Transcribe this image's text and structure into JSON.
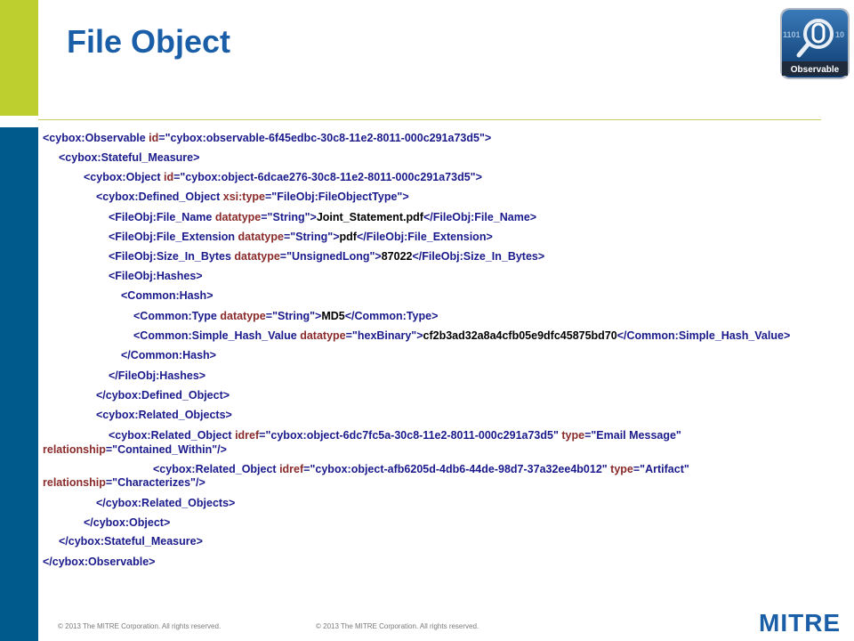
{
  "slide": {
    "title": "File Object",
    "logo_label": "Observable",
    "logo_bits_left": "1101",
    "logo_bits_right": "10",
    "footer_left": "© 2013 The MITRE Corporation. All rights reserved.",
    "footer_right": "© 2013 The MITRE Corporation. All rights reserved.",
    "brand": "MITRE"
  },
  "colors": {
    "sidebar_top": "#bccf2f",
    "sidebar_bottom": "#005a8c",
    "title": "#1a5ea8",
    "tag": "#1a1a8c",
    "attribute": "#8a2a2a"
  },
  "xml_lines": [
    {
      "indent": 1,
      "parts": [
        [
          "t",
          "<cybox:Observable "
        ],
        [
          "a",
          "id"
        ],
        [
          "t",
          "=\"cybox:observable-6f45edbc-30c8-11e2-8011-000c291a73d5\">"
        ]
      ]
    },
    {
      "indent": 2,
      "parts": [
        [
          "t",
          "<cybox:Stateful_Measure>"
        ]
      ]
    },
    {
      "indent": 3,
      "parts": [
        [
          "t",
          "<cybox:Object "
        ],
        [
          "a",
          "id"
        ],
        [
          "t",
          "=\"cybox:object-6dcae276-30c8-11e2-8011-000c291a73d5\">"
        ]
      ]
    },
    {
      "indent": 4,
      "parts": [
        [
          "t",
          "<cybox:Defined_Object "
        ],
        [
          "a",
          "xsi:type"
        ],
        [
          "t",
          "=\"FileObj:FileObjectType\">"
        ]
      ]
    },
    {
      "indent": 5,
      "parts": [
        [
          "t",
          "<FileObj:File_Name "
        ],
        [
          "a",
          "datatype"
        ],
        [
          "t",
          "=\"String\">"
        ],
        [
          "v",
          "Joint_Statement.pdf"
        ],
        [
          "t",
          "</FileObj:File_Name>"
        ]
      ]
    },
    {
      "indent": 5,
      "parts": [
        [
          "t",
          "<FileObj:File_Extension "
        ],
        [
          "a",
          "datatype"
        ],
        [
          "t",
          "=\"String\">"
        ],
        [
          "v",
          "pdf"
        ],
        [
          "t",
          "</FileObj:File_Extension>"
        ]
      ]
    },
    {
      "indent": 5,
      "parts": [
        [
          "t",
          "<FileObj:Size_In_Bytes "
        ],
        [
          "a",
          "datatype"
        ],
        [
          "t",
          "=\"UnsignedLong\">"
        ],
        [
          "v",
          "87022"
        ],
        [
          "t",
          "</FileObj:Size_In_Bytes>"
        ]
      ]
    },
    {
      "indent": 5,
      "parts": [
        [
          "t",
          "<FileObj:Hashes>"
        ]
      ]
    },
    {
      "indent": 6,
      "parts": [
        [
          "t",
          "<Common:Hash>"
        ]
      ]
    },
    {
      "indent": 7,
      "parts": [
        [
          "t",
          "<Common:Type "
        ],
        [
          "a",
          "datatype"
        ],
        [
          "t",
          "=\"String\">"
        ],
        [
          "v",
          "MD5"
        ],
        [
          "t",
          "</Common:Type>"
        ]
      ]
    },
    {
      "indent": 7,
      "parts": [
        [
          "t",
          "<Common:Simple_Hash_Value "
        ],
        [
          "a",
          "datatype"
        ],
        [
          "t",
          "=\"hexBinary\">"
        ],
        [
          "v",
          "cf2b3ad32a8a4cfb05e9dfc45875bd70"
        ],
        [
          "t",
          "</Common:Simple_Hash_Value>"
        ]
      ]
    },
    {
      "indent": 6,
      "parts": [
        [
          "t",
          "</Common:Hash>"
        ]
      ]
    },
    {
      "indent": 5,
      "parts": [
        [
          "t",
          "</FileObj:Hashes>"
        ]
      ]
    },
    {
      "indent": 4,
      "parts": [
        [
          "t",
          "</cybox:Defined_Object>"
        ]
      ]
    },
    {
      "indent": 4,
      "parts": [
        [
          "t",
          "<cybox:Related_Objects>"
        ]
      ]
    },
    {
      "indent": 5,
      "parts": [
        [
          "t",
          "<cybox:Related_Object "
        ],
        [
          "a",
          "idref"
        ],
        [
          "t",
          "=\"cybox:object-6dc7fc5a-30c8-11e2-8011-000c291a73d5\" "
        ],
        [
          "a",
          "type"
        ],
        [
          "t",
          "=\"Email Message\""
        ]
      ]
    },
    {
      "indent": 0,
      "parts": [
        [
          "a",
          "relationship"
        ],
        [
          "t",
          "=\"Contained_Within\"/>"
        ]
      ]
    },
    {
      "indent": 8,
      "parts": [
        [
          "t",
          "<cybox:Related_Object "
        ],
        [
          "a",
          "idref"
        ],
        [
          "t",
          "=\"cybox:object-afb6205d-4db6-44de-98d7-37a32ee4b012\" "
        ],
        [
          "a",
          "type"
        ],
        [
          "t",
          "=\"Artifact\""
        ]
      ]
    },
    {
      "indent": 0,
      "parts": [
        [
          "a",
          "relationship"
        ],
        [
          "t",
          "=\"Characterizes\"/>"
        ]
      ]
    },
    {
      "indent": 4,
      "parts": [
        [
          "t",
          "</cybox:Related_Objects>"
        ]
      ]
    },
    {
      "indent": 3,
      "parts": [
        [
          "t",
          "</cybox:Object>"
        ]
      ]
    },
    {
      "indent": 2,
      "parts": [
        [
          "t",
          "</cybox:Stateful_Measure>"
        ]
      ]
    },
    {
      "indent": 1,
      "parts": [
        [
          "t",
          "</cybox:Observable>"
        ]
      ]
    }
  ]
}
